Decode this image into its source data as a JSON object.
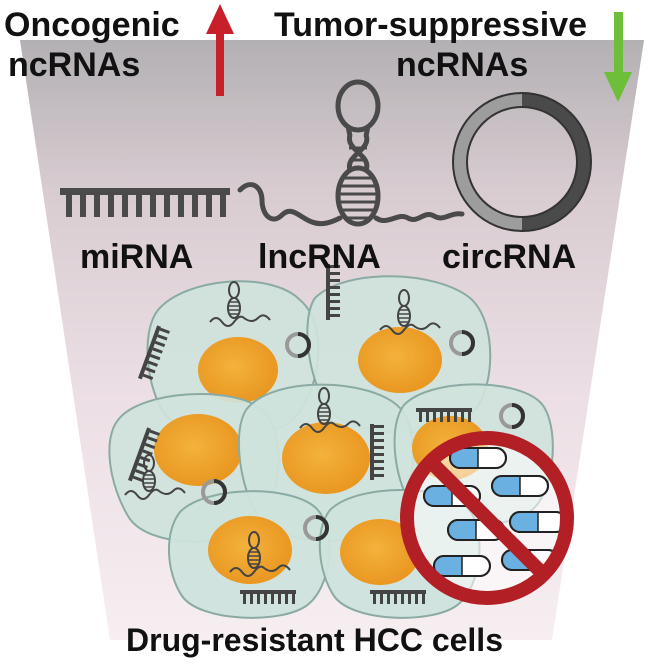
{
  "labels": {
    "oncogenic_line1": "Oncogenic",
    "oncogenic_line2": "ncRNAs",
    "suppressive_line1": "Tumor-suppressive",
    "suppressive_line2": "ncRNAs",
    "mirna": "miRNA",
    "lncrna": "lncRNA",
    "circrna": "circRNA",
    "footer": "Drug-resistant HCC cells"
  },
  "colors": {
    "up_arrow": "#c8202a",
    "down_arrow": "#6dbf3a",
    "funnel": "#ead9e0",
    "cell_fill": "#cfe3dc",
    "cell_stroke": "#8aaaa3",
    "nucleus": "#f0a02a",
    "prohibition": "#b21f25",
    "capsule_blue": "#6ab0e0"
  },
  "icons": {
    "up": "arrow-up-icon",
    "down": "arrow-down-icon",
    "mirna": "mirna-comb-icon",
    "lncrna": "lncrna-hairpin-icon",
    "circrna": "circrna-ring-icon",
    "no_drug": "prohibition-icon"
  }
}
